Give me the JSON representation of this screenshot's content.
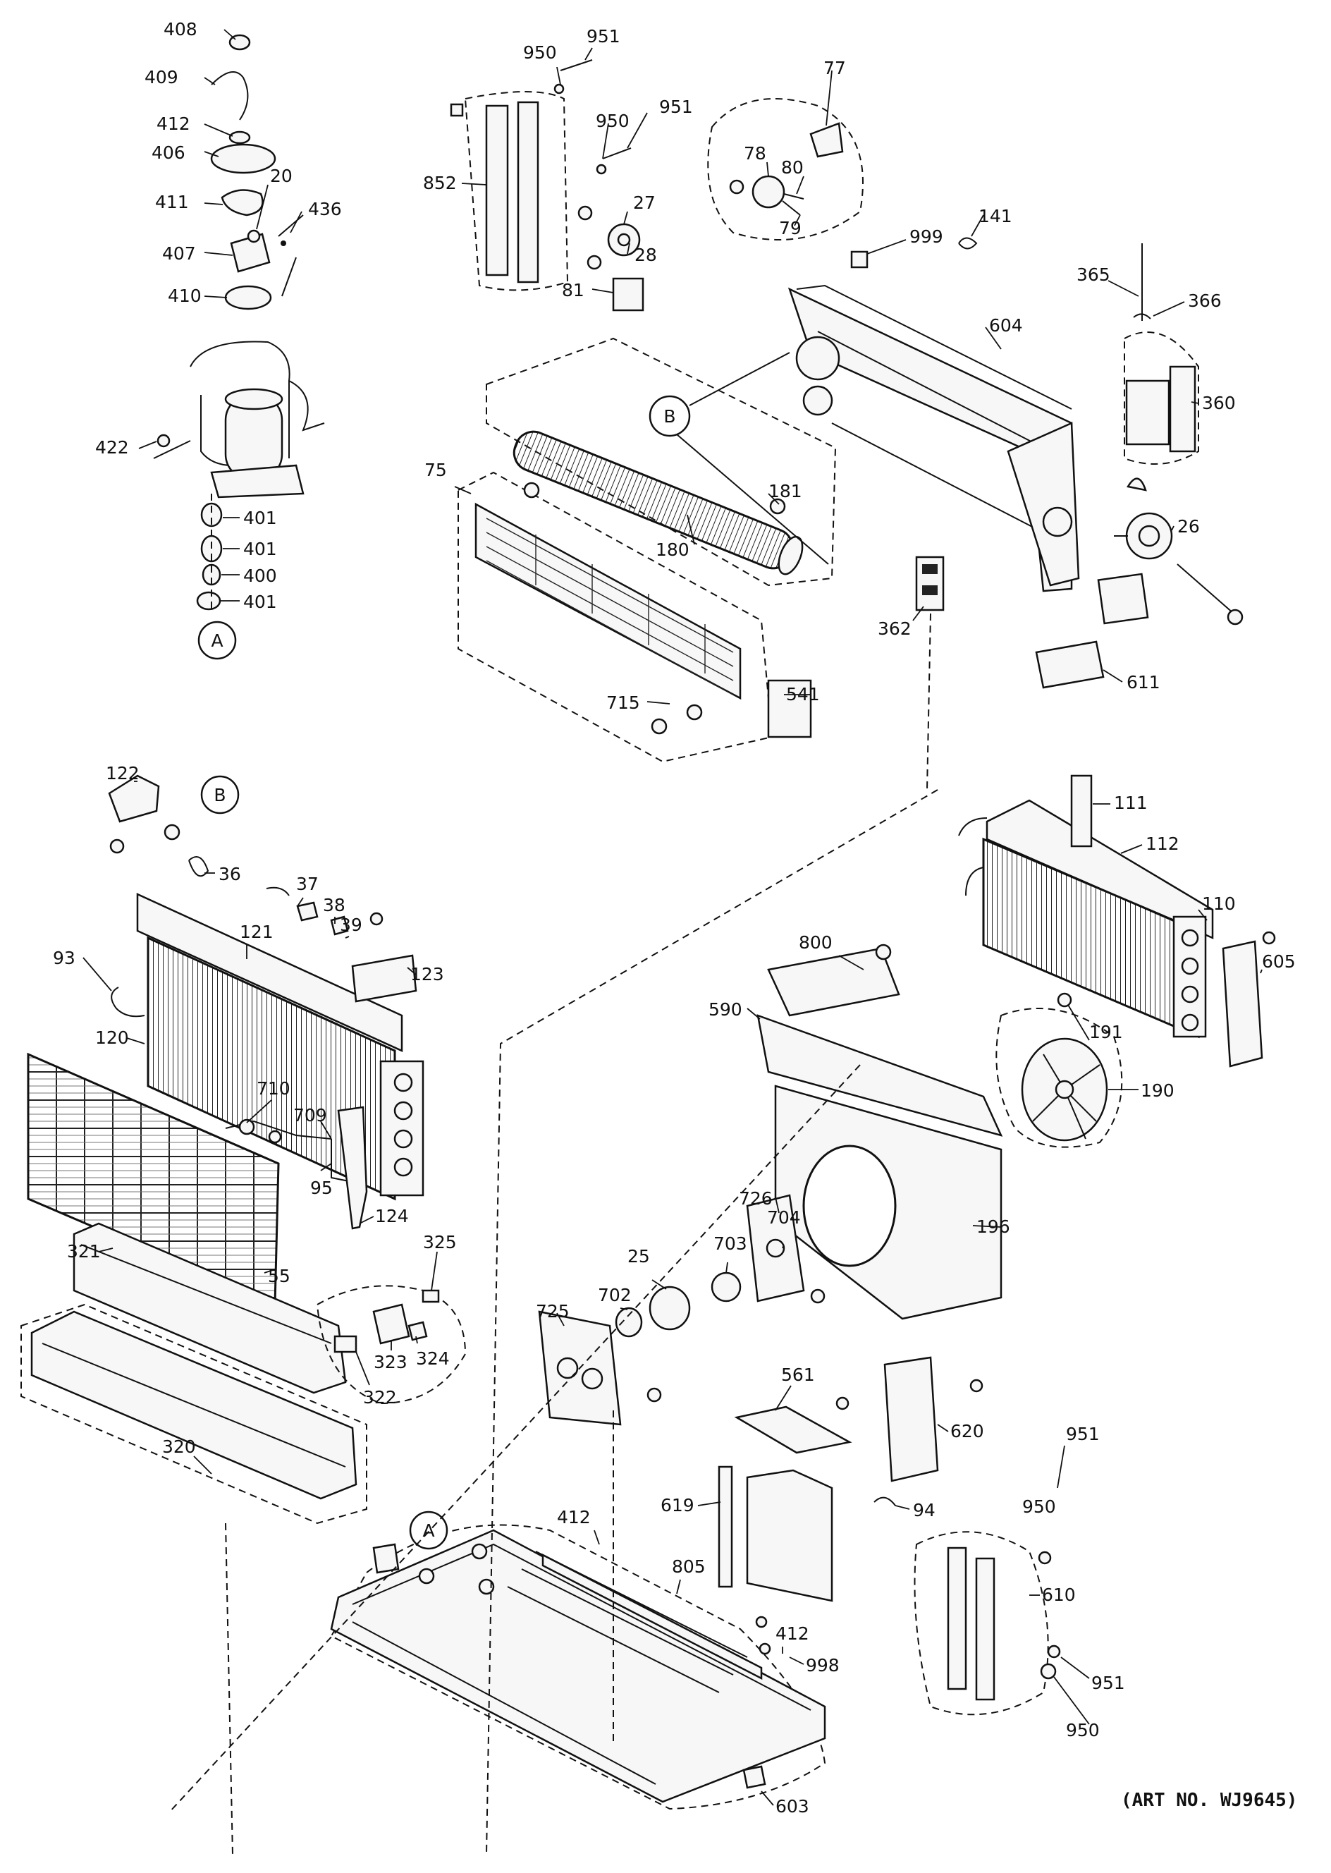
{
  "art_note": "(ART NO. WJ9645)",
  "callout_letters": [
    "A",
    "B"
  ],
  "labels": {
    "p408": "408",
    "p409": "409",
    "p412a": "412",
    "p406": "406",
    "p411": "411",
    "p20": "20",
    "p436": "436",
    "p407": "407",
    "p410": "410",
    "p422": "422",
    "p401a": "401",
    "p401b": "401",
    "p400": "400",
    "p401c": "401",
    "p950a": "950",
    "p951a": "951",
    "p950b": "950",
    "p951b": "951",
    "p852": "852",
    "p27": "27",
    "p28": "28",
    "p81": "81",
    "p77": "77",
    "p78": "78",
    "p80": "80",
    "p79": "79",
    "p999": "999",
    "p141": "141",
    "p365": "365",
    "p366": "366",
    "p604": "604",
    "p360": "360",
    "p75": "75",
    "p181": "181",
    "p180": "180",
    "p26": "26",
    "p362": "362",
    "p611": "611",
    "p715": "715",
    "p541": "541",
    "p122": "122",
    "p36": "36",
    "p37": "37",
    "p38": "38",
    "p39": "39",
    "p121": "121",
    "p93": "93",
    "p123": "123",
    "p120": "120",
    "p710": "710",
    "p709": "709",
    "p95": "95",
    "p124": "124",
    "p55": "55",
    "p321": "321",
    "p325": "325",
    "p323": "323",
    "p324": "324",
    "p322": "322",
    "p320": "320",
    "p111": "111",
    "p112": "112",
    "p110": "110",
    "p605": "605",
    "p800": "800",
    "p590": "590",
    "p191": "191",
    "p190": "190",
    "p196": "196",
    "p726": "726",
    "p704": "704",
    "p703": "703",
    "p25": "25",
    "p702": "702",
    "p725": "725",
    "p561": "561",
    "p620": "620",
    "p619": "619",
    "p94": "94",
    "p412b": "412",
    "p805": "805",
    "p412c": "412",
    "p998": "998",
    "p951c": "951",
    "p950c": "950",
    "p610": "610",
    "p951d": "951",
    "p950d": "950",
    "p603": "603"
  }
}
